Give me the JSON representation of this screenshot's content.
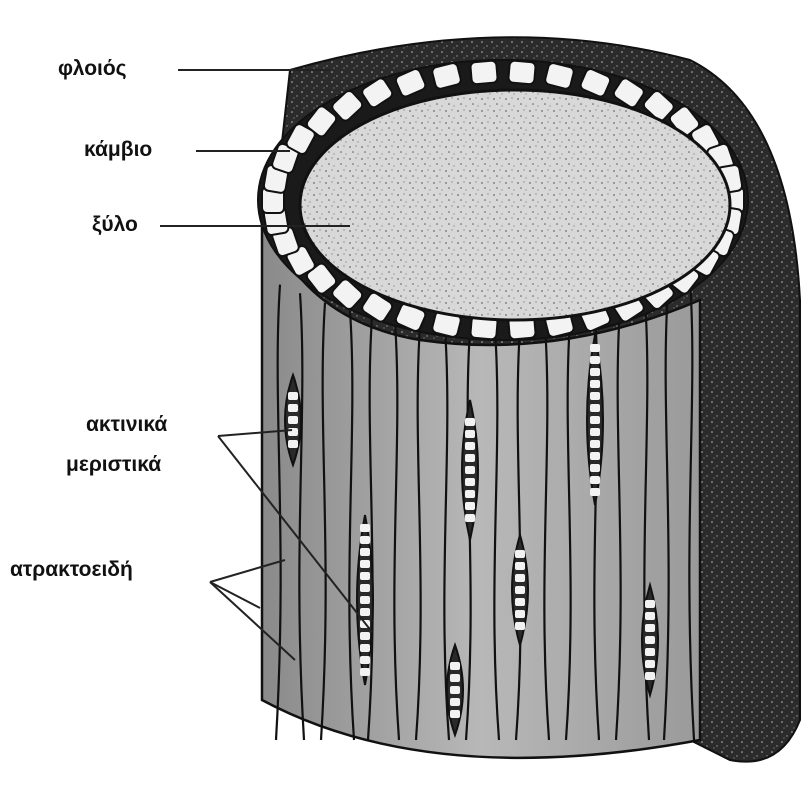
{
  "labels": {
    "bark": "φλοιός",
    "cambium": "κάμβιο",
    "wood": "ξύλο",
    "ray_line1": "ακτινικά",
    "ray_line2": "μεριστικά",
    "fusiform": "ατρακτοειδή"
  },
  "colors": {
    "ink": "#111111",
    "bark_fill": "#2f2f2f",
    "wood_fill": "#d9d9d9",
    "cells_fill": "#f4f4f4",
    "side_fill": "#a9a9a9"
  }
}
